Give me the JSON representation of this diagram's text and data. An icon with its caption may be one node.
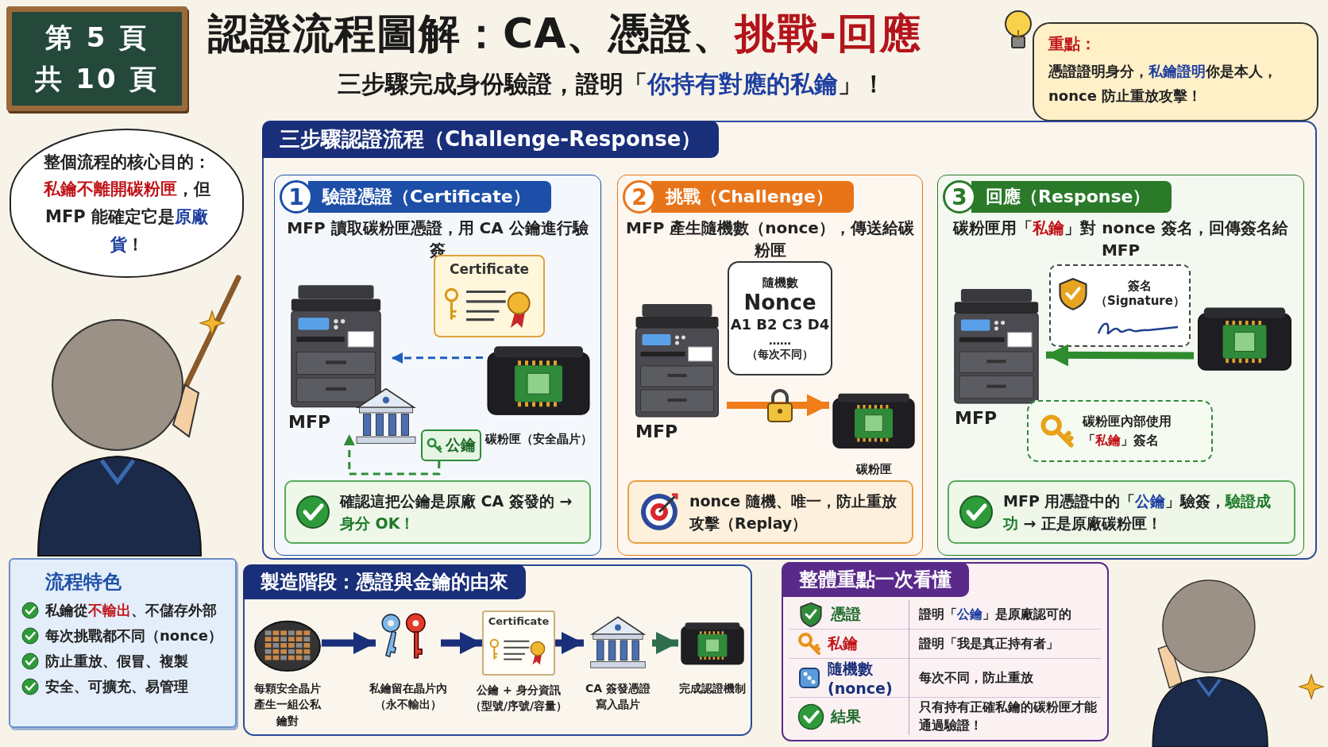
{
  "diagram": {
    "title": "認證流程圖解：CA、憑證、**挑戰-回應**",
    "nodes": [
      {
        "text": [
          "第 5 頁",
          "共 10 頁"
        ]
      },
      {
        "text": [
          "重點：",
          "憑證證明身分，**私鑰證明**你是本人，nonce 防止重放攻擊！"
        ]
      },
      {
        "text": [
          "整個流程的核心目的：*私鑰不離開碳粉匣*，但 MFP 能確定它是**原廠貨**！"
        ]
      },
      {
        "text": [
          "三步驟認證流程（Challenge-Response）"
        ]
      },
      {
        "text": [
          "1",
          "驗證憑證（Certificate）",
          "MFP 讀取碳粉匣憑證，用 CA 公鑰進行驗簽"
        ],
        "in": 3
      },
      {
        "text": [
          "MFP"
        ],
        "in": 4
      },
      {
        "text": [
          "Certificate"
        ],
        "in": 4
      },
      {
        "text": [
          "碳粉匣（安全晶片）"
        ],
        "in": 4
      },
      {
        "text": [],
        "shape": "picture",
        "in": 4
      },
      {
        "text": [
          "公鑰"
        ],
        "in": 4
      },
      {
        "text": [
          "確認這把公鑰是原廠 CA 簽發的 → **身分 OK！**"
        ],
        "in": 4
      },
      {
        "text": [
          "2",
          "挑戰（Challenge）",
          "MFP 產生隨機數（nonce），傳送給碳粉匣"
        ],
        "in": 3
      },
      {
        "text": [
          "MFP"
        ],
        "in": 11
      },
      {
        "text": [
          "隨機數",
          "Nonce",
          "A1 B2 C3 D4",
          "……",
          "（每次不同）"
        ],
        "in": 11
      },
      {
        "text": [
          "碳粉匣"
        ],
        "in": 11
      },
      {
        "text": [
          "nonce 隨機、唯一，防止重放攻擊（Replay）"
        ],
        "in": 11
      },
      {
        "text": [
          "3",
          "回應（Response）",
          "碳粉匣用「**私鑰**」對 nonce 簽名，回傳簽名給 MFP"
        ],
        "in": 3
      },
      {
        "text": [
          "MFP"
        ],
        "in": 16
      },
      {
        "text": [
          "簽名（Signature）"
        ],
        "in": 16
      },
      {
        "text": [],
        "shape": "picture",
        "in": 16
      },
      {
        "text": [
          "碳粉匣內部使用「**私鑰**」簽名"
        ],
        "in": 16
      },
      {
        "text": [
          "MFP 用憑證中的「*公鑰*」驗簽，**驗證成功** → 正是原廠碳粉匣！"
        ],
        "in": 16
      },
      {
        "text": [
          "流程特色",
          "私鑰從**不輸出**、不儲存外部",
          "每次挑戰都不同（nonce）",
          "防止重放、假冒、複製",
          "安全、可擴充、易管理"
        ]
      },
      {
        "text": [
          "製造階段：憑證與金鑰的由來"
        ]
      },
      {
        "text": [],
        "shape": "picture",
        "in": 23,
        "beside": [
          "每顆安全晶片產生一組公私鑰對"
        ]
      },
      {
        "text": [],
        "shape": "picture",
        "in": 23,
        "beside": [
          "私鑰留在晶片內（永不輸出）"
        ]
      },
      {
        "text": [
          "Certificate"
        ],
        "in": 23,
        "beside": [
          "公鑰 + 身分資訊（型號/序號/容量）"
        ]
      },
      {
        "text": [],
        "shape": "picture",
        "in": 23,
        "beside": [
          "CA 簽發憑證寫入晶片"
        ]
      },
      {
        "text": [],
        "shape": "picture",
        "in": 23,
        "beside": [
          "完成認證機制"
        ]
      },
      {
        "text": [
          "整體重點一次看懂",
          "憑證",
          "證明「*公鑰*」是原廠認可的",
          "私鑰",
          "證明「我是真正持有者」",
          "隨機數 (nonce)",
          "每次不同，防止重放",
          "結果",
          "只有持有正確私鑰的碳粉匣才能通過驗證！"
        ]
      }
    ],
    "edges": [
      {
        "from": 7,
        "to": 5,
        "arrow": "to",
        "style": "dashed",
        "color": "#1f5fbf"
      },
      {
        "from": 9,
        "to": 5,
        "arrow": "to",
        "style": "dashed",
        "color": "#2e8b3a"
      },
      {
        "from": 12,
        "to": 14,
        "arrow": "to",
        "color": "#f07c1a"
      },
      {
        "from": 19,
        "to": 17,
        "arrow": "to",
        "color": "#2e8b2e"
      },
      {
        "from": 24,
        "to": 25,
        "arrow": "to"
      },
      {
        "from": 25,
        "to": 26,
        "arrow": "to"
      },
      {
        "from": 26,
        "to": 27,
        "arrow": "to"
      },
      {
        "from": 27,
        "to": 28,
        "arrow": "to",
        "color": "#2e6e4e"
      }
    ],
    "labels": [
      "三步驟完成身份驗證，證明「*你持有對應的私鑰*」！"
    ]
  }
}
